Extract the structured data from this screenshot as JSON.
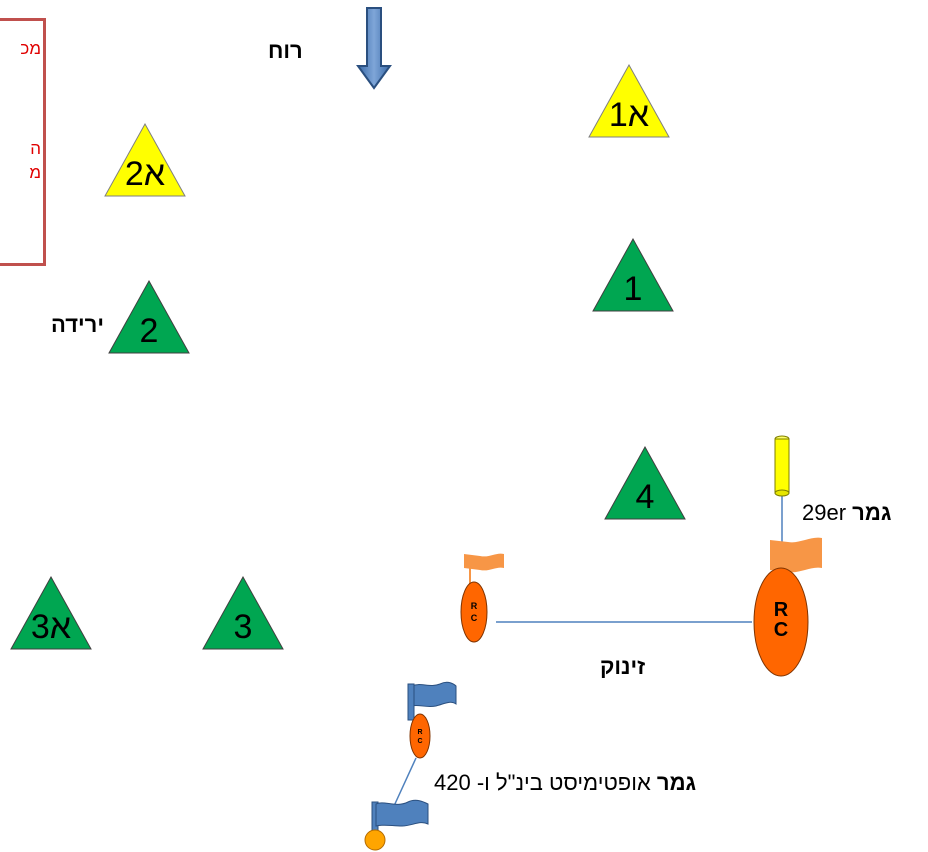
{
  "wind": {
    "label": "רוח",
    "icon": "wind-arrow-icon"
  },
  "note": {
    "line1": "מכ",
    "line2": "ה",
    "line3": "מ"
  },
  "marks": [
    {
      "id": "1a",
      "label": "1א",
      "color": "#ffff00"
    },
    {
      "id": "2a",
      "label": "2א",
      "color": "#ffff00"
    },
    {
      "id": "1",
      "label": "1",
      "color": "#00a651"
    },
    {
      "id": "2",
      "label": "2",
      "color": "#00a651"
    },
    {
      "id": "4",
      "label": "4",
      "color": "#00a651"
    },
    {
      "id": "3a",
      "label": "3א",
      "color": "#00a651"
    },
    {
      "id": "3",
      "label": "3",
      "color": "#00a651"
    }
  ],
  "labels": {
    "downwind": "ירידה",
    "start": "זינוק",
    "finish_29er_bold": "גמר",
    "finish_29er_text": "29er",
    "finish_opti_bold": "גמר",
    "finish_opti_text": "אופטימיסט בינ\"ל ו- 420"
  },
  "boats": {
    "text": "RC"
  },
  "colors": {
    "arrow": "#4f81bd",
    "boat": "#ff6600",
    "flag_orange": "#f79646",
    "flag_blue": "#4f81bd",
    "yellow_buoy": "#ffff00",
    "line": "#4f81bd",
    "note_border": "#c0504d"
  }
}
